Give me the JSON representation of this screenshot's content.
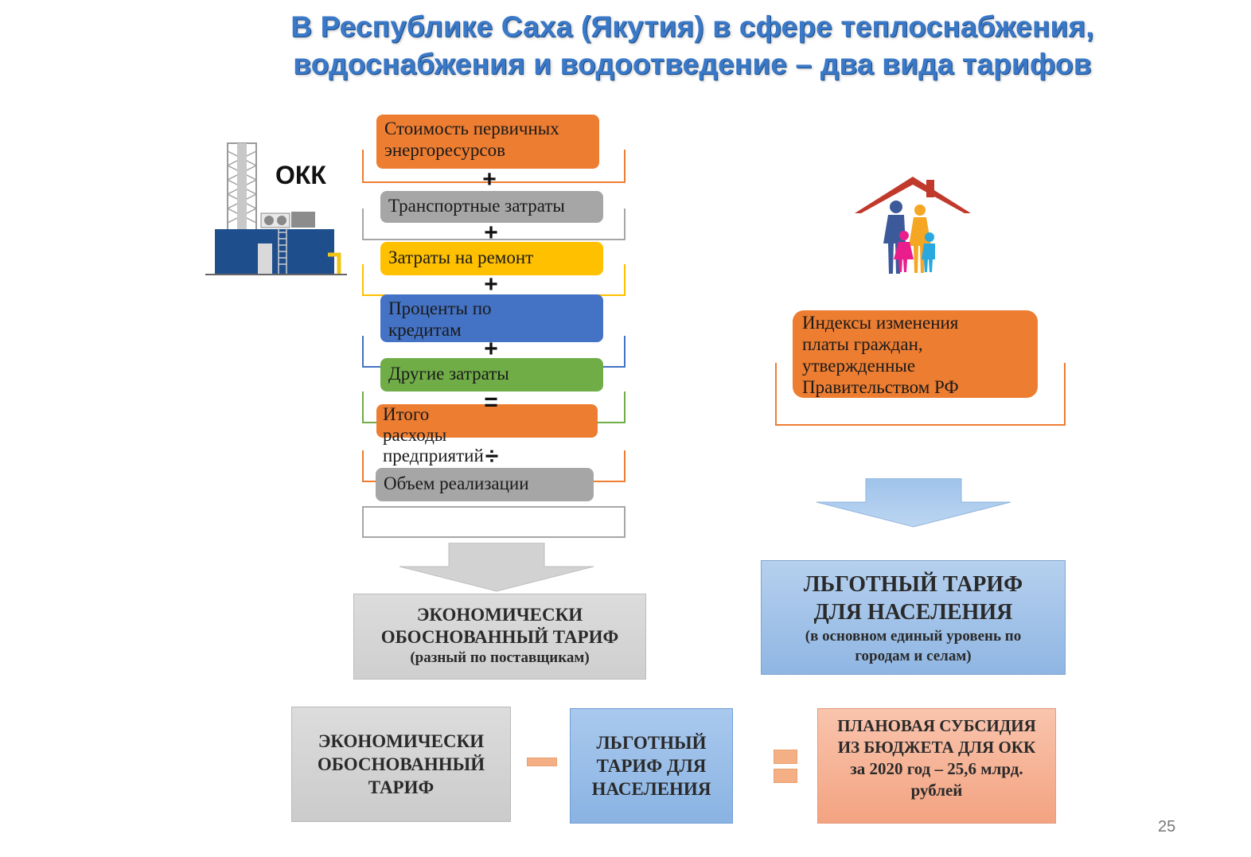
{
  "title": {
    "line1": "В Республике Саха (Якутия) в сфере теплоснабжения,",
    "line2": "водоснабжения и водоотведение – два вида тарифов"
  },
  "left": {
    "okk_label": "ОКК",
    "items": [
      {
        "label": "Стоимость первичных энергоресурсов",
        "color": "#ed7d31"
      },
      {
        "label": "Транспортные затраты",
        "color": "#a6a6a6"
      },
      {
        "label": "Затраты на ремонт",
        "color": "#ffc000"
      },
      {
        "label": "Проценты по кредитам",
        "color": "#4472c4"
      },
      {
        "label": "Другие затраты",
        "color": "#70ad47"
      },
      {
        "label": "Итого расходы предприятий",
        "color": "#ed7d31"
      },
      {
        "label": "Объем реализации",
        "color": "#a6a6a6"
      }
    ],
    "operators": [
      "+",
      "+",
      "+",
      "+",
      "=",
      "÷"
    ],
    "result": {
      "line1": "ЭКОНОМИЧЕСКИ",
      "line2": "ОБОСНОВАННЫЙ ТАРИФ",
      "line3": "(разный по поставщикам)"
    }
  },
  "right": {
    "index_box": "Индексы изменения платы граждан, утвержденные Правительством РФ",
    "result": {
      "line1": "ЛЬГОТНЫЙ ТАРИФ",
      "line2": "ДЛЯ НАСЕЛЕНИЯ",
      "line3": "(в основном единый уровень по городам и селам)"
    }
  },
  "equation": {
    "box1": "ЭКОНОМИЧЕСКИ ОБОСНОВАННЫЙ ТАРИФ",
    "box2": "ЛЬГОТНЫЙ ТАРИФ ДЛЯ НАСЕЛЕНИЯ",
    "box3_line1": "ПЛАНОВАЯ СУБСИДИЯ ИЗ БЮДЖЕТА ДЛЯ ОКК",
    "box3_line2": "за 2020 год – 25,6 млрд. рублей"
  },
  "page_number": "25",
  "colors": {
    "orange": "#ed7d31",
    "gray": "#a6a6a6",
    "yellow": "#ffc000",
    "blue": "#4472c4",
    "green": "#70ad47",
    "title_blue": "#3a78c8",
    "light_blue_box": "#9dc3e6",
    "salmon_box": "#f8b39a"
  }
}
